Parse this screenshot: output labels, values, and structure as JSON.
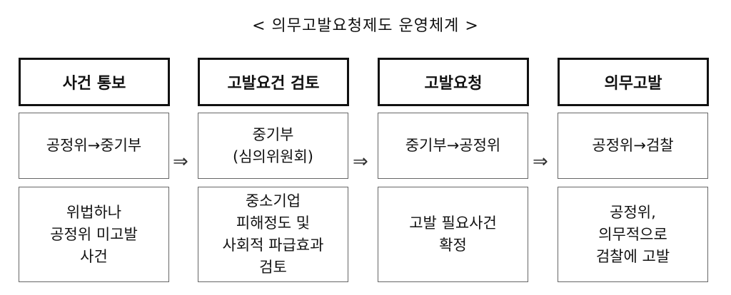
{
  "title": "< 의무고발요청제도 운영체계 >",
  "columns": [
    {
      "header": "사건 통보",
      "actor": "공정위→중기부",
      "description": "위법하나\n공정위 미고발\n사건"
    },
    {
      "header": "고발요건 검토",
      "actor": "중기부\n(심의위원회)",
      "description": "중소기업\n피해정도 및\n사회적 파급효과\n검토"
    },
    {
      "header": "고발요청",
      "actor": "중기부→공정위",
      "description": "고발 필요사건\n확정"
    },
    {
      "header": "의무고발",
      "actor": "공정위→검찰",
      "description": "공정위,\n의무적으로\n검찰에 고발"
    }
  ],
  "arrow": "⇒"
}
